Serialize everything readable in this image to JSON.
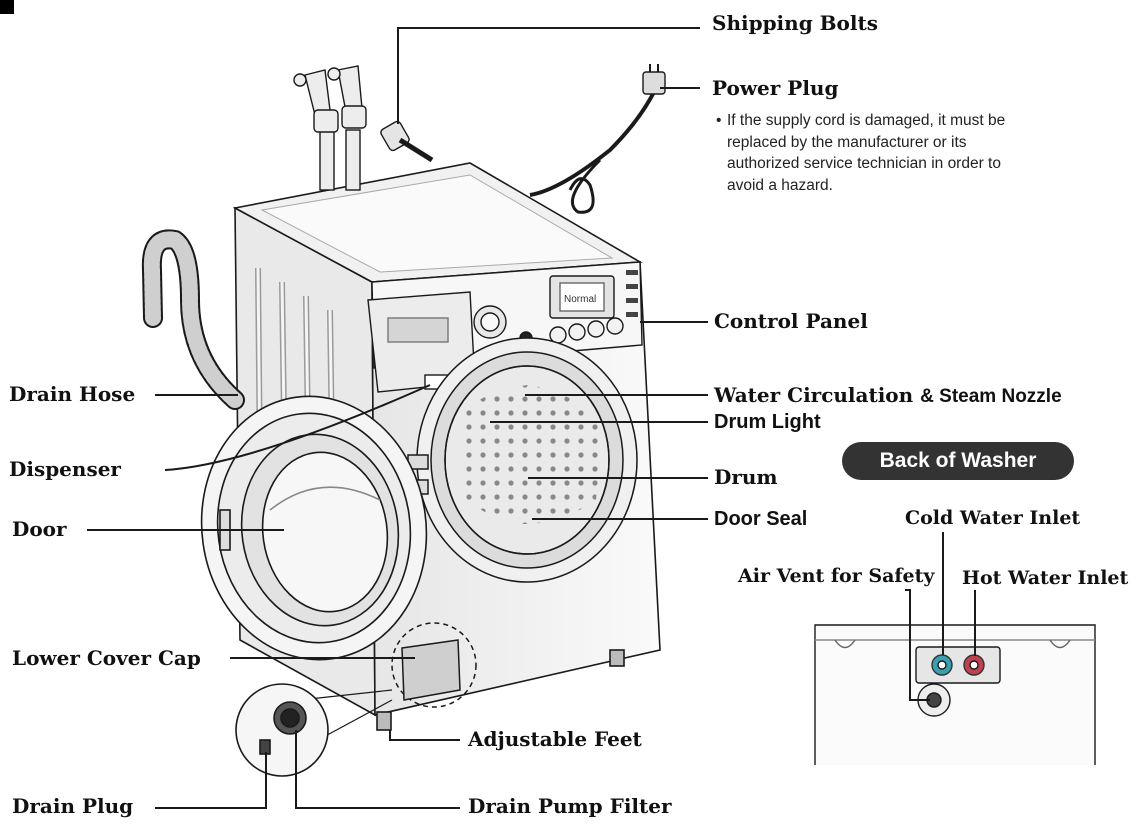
{
  "labels": {
    "shipping_bolts": "Shipping Bolts",
    "power_plug": "Power Plug",
    "power_note": "If the supply cord is damaged, it must be replaced by the manufacturer or its authorized service technician in order to avoid a hazard.",
    "control_panel": "Control Panel",
    "water_circulation": "Water Circulation",
    "water_circulation_amp": "& Steam Nozzle",
    "drum_light": "Drum Light",
    "drum": "Drum",
    "door_seal": "Door Seal",
    "drain_hose": "Drain Hose",
    "dispenser": "Dispenser",
    "door": "Door",
    "lower_cover_cap": "Lower Cover Cap",
    "adjustable_feet": "Adjustable Feet",
    "drain_plug": "Drain Plug",
    "drain_pump_filter": "Drain Pump Filter",
    "back_of_washer": "Back of Washer",
    "cold_water_inlet": "Cold Water Inlet",
    "air_vent": "Air Vent for Safety",
    "hot_water_inlet": "Hot Water Inlet"
  },
  "control_display": "Normal",
  "colors": {
    "line": "#1a1a1a",
    "body_fill": "#f4f4f4",
    "shade": "#d9d9d9",
    "pill": "#333333",
    "cold_inlet": "#3aa0b0",
    "hot_inlet": "#c04050"
  }
}
